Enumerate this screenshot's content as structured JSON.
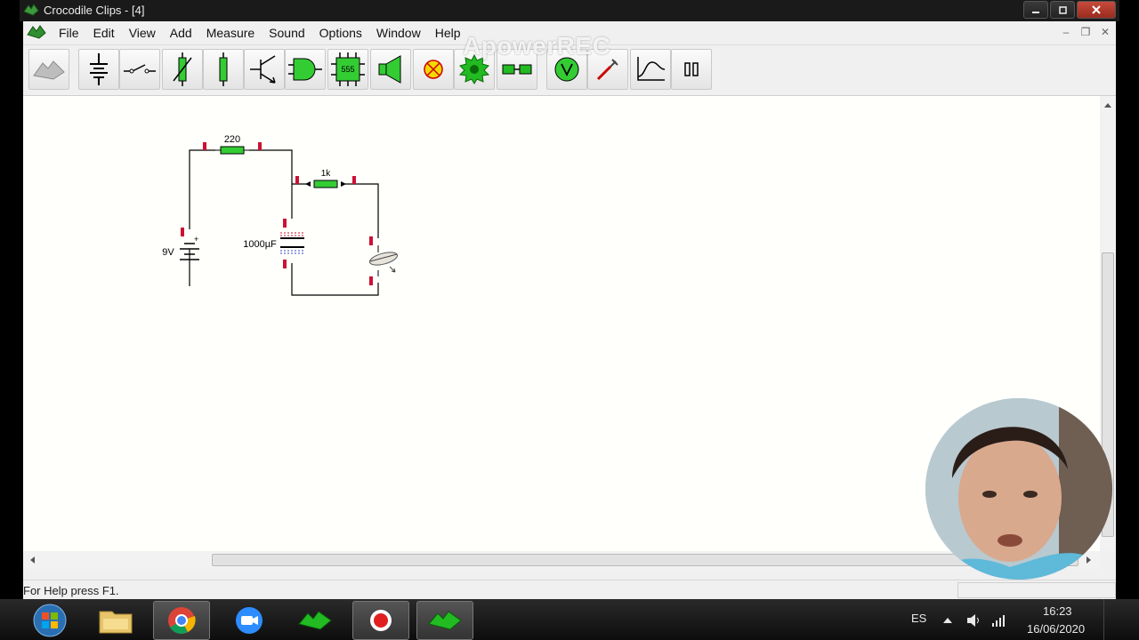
{
  "window": {
    "title": "Crocodile Clips - [4]"
  },
  "menubar": {
    "items": [
      "File",
      "Edit",
      "View",
      "Add",
      "Measure",
      "Sound",
      "Options",
      "Window",
      "Help"
    ]
  },
  "toolbar": {
    "tools": [
      "crocodile-logo-icon",
      "power-supply-icon",
      "switch-icon",
      "variable-resistor-icon",
      "resistor-icon",
      "transistor-icon",
      "logic-gate-icon",
      "ic-555-icon",
      "speaker-icon",
      "lamp-icon",
      "gear-icon",
      "connector-icon",
      "voltmeter-icon",
      "probe-icon",
      "graph-icon",
      "pause-icon"
    ],
    "chip_label": "555"
  },
  "watermark": {
    "text": "ApowerREC"
  },
  "circuit": {
    "resistor1_label": "220",
    "resistor2_label": "1k",
    "battery_label": "9V",
    "capacitor_label": "1000µF",
    "colors": {
      "wire": "#000000",
      "component": "#33cc33",
      "terminal": "#cc1133"
    }
  },
  "statusbar": {
    "text": "For Help press F1."
  },
  "taskbar": {
    "apps": [
      "start-orb-icon",
      "file-explorer-icon",
      "chrome-icon",
      "zoom-icon",
      "crocodile-clips-icon",
      "apowerrec-icon",
      "crocodile-clips-active-icon"
    ],
    "language": "ES",
    "time": "16:23",
    "date": "16/06/2020"
  }
}
